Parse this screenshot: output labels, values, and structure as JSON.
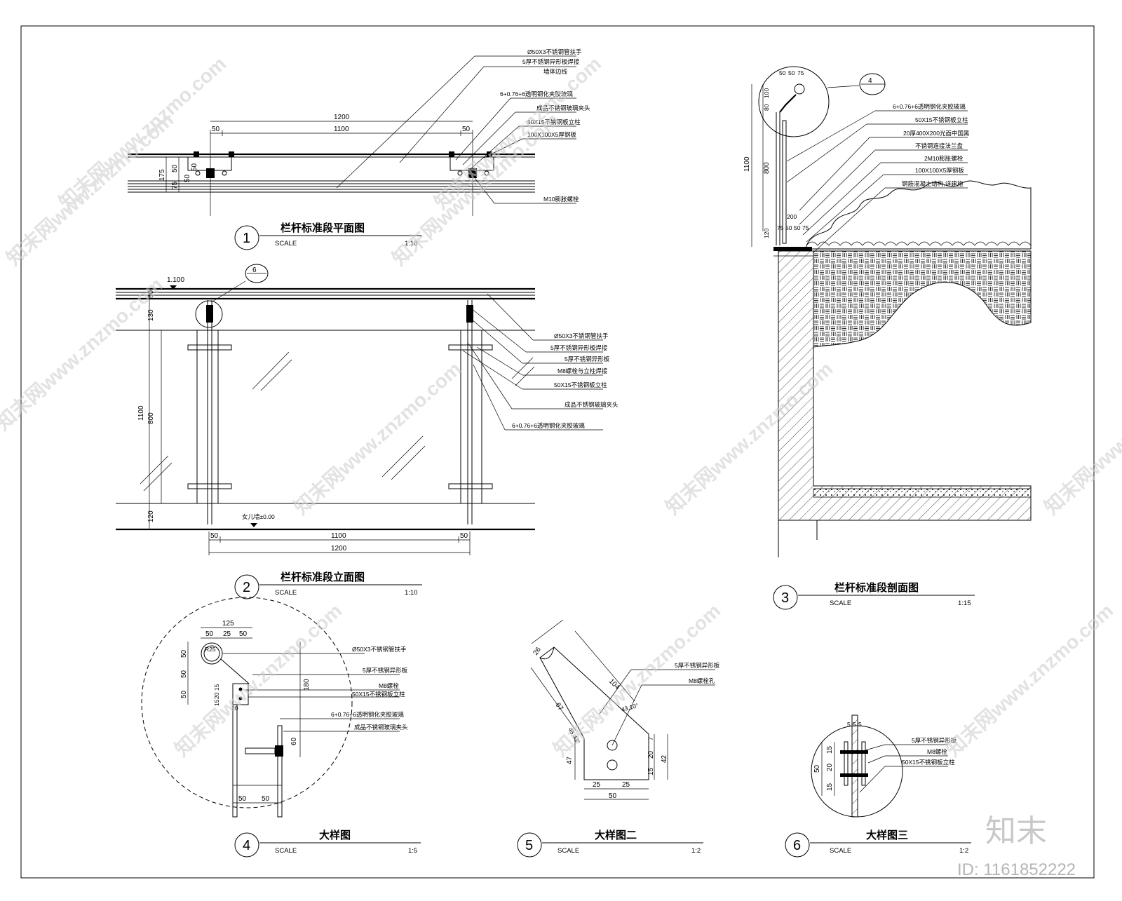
{
  "views": {
    "v1": {
      "number": "1",
      "title": "栏杆标准段平面图",
      "scale_label": "SCALE",
      "scale": "1:10",
      "dims_top": [
        "1200",
        "50",
        "1100",
        "50"
      ],
      "dims_left": [
        "175",
        "50",
        "50",
        "75",
        "50"
      ],
      "labels": [
        "Ø50X3不锈钢管扶手",
        "5厚不锈钢异形板焊接",
        "墙体边线",
        "6+0.76+6透明钢化夹胶玻璃",
        "成品不锈钢玻璃夹头",
        "50X15不锈钢板立柱",
        "100X100X5厚钢板",
        "M10膨胀螺栓"
      ]
    },
    "v2": {
      "number": "2",
      "title": "栏杆标准段立面图",
      "scale_label": "SCALE",
      "scale": "1:10",
      "level_top": "1.100",
      "level_bottom": "女儿墙±0.00",
      "detail_tag": "6",
      "dims_left": [
        "50",
        "130",
        "1100",
        "800",
        "120"
      ],
      "dims_bottom": [
        "50",
        "1100",
        "50",
        "1200"
      ],
      "labels": [
        "Ø50X3不锈钢管扶手",
        "5厚不锈钢异形板焊接",
        "5厚不锈钢异形板",
        "M8螺栓与立柱焊接",
        "50X15不锈钢板立柱",
        "成品不锈钢玻璃夹头",
        "6+0.76+6透明钢化夹胶玻璃"
      ]
    },
    "v3": {
      "number": "3",
      "title": "栏杆标准段剖面图",
      "scale_label": "SCALE",
      "scale": "1:15",
      "detail_tag": "4",
      "dims_top": [
        "50",
        "50",
        "75"
      ],
      "dims_left": [
        "100",
        "80",
        "1100",
        "800",
        "120",
        "200"
      ],
      "dims_bottom": [
        "75",
        "50",
        "50",
        "75"
      ],
      "labels": [
        "6+0.76+6透明钢化夹胶玻璃",
        "50X15不锈钢板立柱",
        "20厚400X200光面中国黑",
        "不锈钢连接法兰盘",
        "2M10膨胀螺栓",
        "100X100X5厚钢板",
        "钢筋混凝土结构,详建施"
      ]
    },
    "v4": {
      "number": "4",
      "title": "大样图",
      "scale_label": "SCALE",
      "scale": "1:5",
      "radius_label": "R25",
      "dims_top": [
        "125",
        "50",
        "25",
        "50"
      ],
      "dims_left": [
        "50",
        "50",
        "50",
        "15",
        "20",
        "15",
        "20"
      ],
      "dims_right": [
        "180",
        "60"
      ],
      "dims_bottom": [
        "50",
        "50"
      ],
      "labels": [
        "Ø50X3不锈钢管扶手",
        "5厚不锈钢异形板",
        "M8螺栓",
        "50X15不锈钢板立柱",
        "6+0.76+6透明钢化夹胶玻璃",
        "成品不锈钢玻璃夹头"
      ]
    },
    "v5": {
      "number": "5",
      "title": "大样图二",
      "scale_label": "SCALE",
      "scale": "1:2",
      "dims": [
        "26",
        "104",
        "67",
        "43.10°",
        "46.43°",
        "47",
        "7",
        "20",
        "15",
        "42",
        "25",
        "25",
        "50"
      ],
      "labels": [
        "5厚不锈钢异形板",
        "M8螺栓孔"
      ]
    },
    "v6": {
      "number": "6",
      "title": "大样图三",
      "scale_label": "SCALE",
      "scale": "1:2",
      "dims_top": [
        "5",
        "5",
        "5"
      ],
      "dims_left": [
        "50",
        "15",
        "20",
        "15"
      ],
      "labels": [
        "5厚不锈钢异形板",
        "M8螺栓",
        "50X15不锈钢板立柱"
      ]
    }
  },
  "watermark": {
    "text": "知末网www.znzmo.com",
    "brand": "知末",
    "id_text": "ID: 1161852222"
  }
}
